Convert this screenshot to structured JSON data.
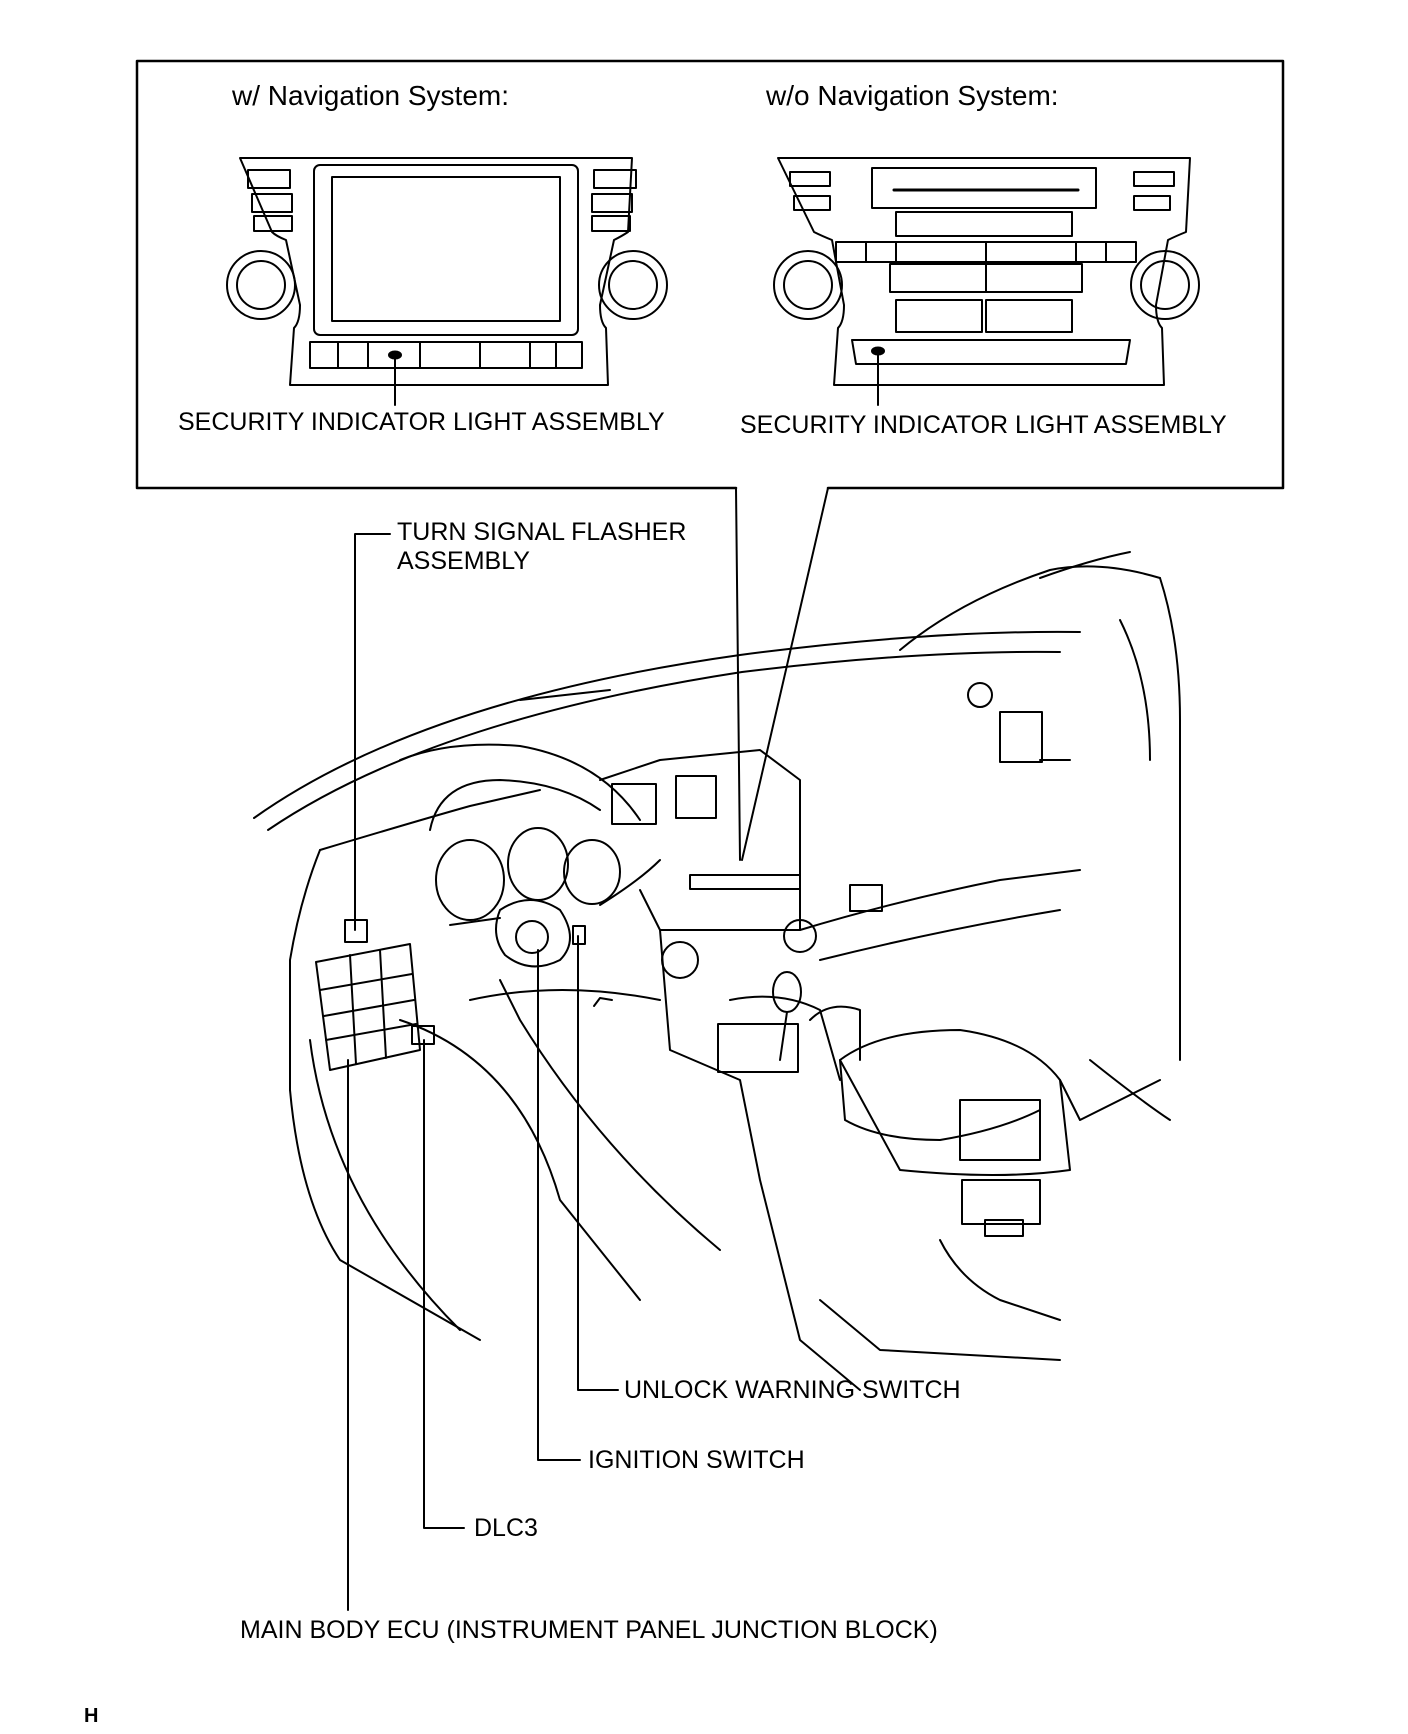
{
  "inset": {
    "with_nav_heading": "w/ Navigation System:",
    "without_nav_heading": "w/o Navigation System:",
    "with_nav_callout": "SECURITY INDICATOR LIGHT ASSEMBLY",
    "without_nav_callout": "SECURITY INDICATOR LIGHT ASSEMBLY"
  },
  "callouts": {
    "turn_signal_line1": "TURN SIGNAL FLASHER",
    "turn_signal_line2": "ASSEMBLY",
    "unlock_warning": "UNLOCK WARNING SWITCH",
    "ignition": "IGNITION SWITCH",
    "dlc3": "DLC3",
    "main_body_ecu": "MAIN BODY ECU (INSTRUMENT PANEL JUNCTION BLOCK)"
  },
  "corner_mark": "H"
}
